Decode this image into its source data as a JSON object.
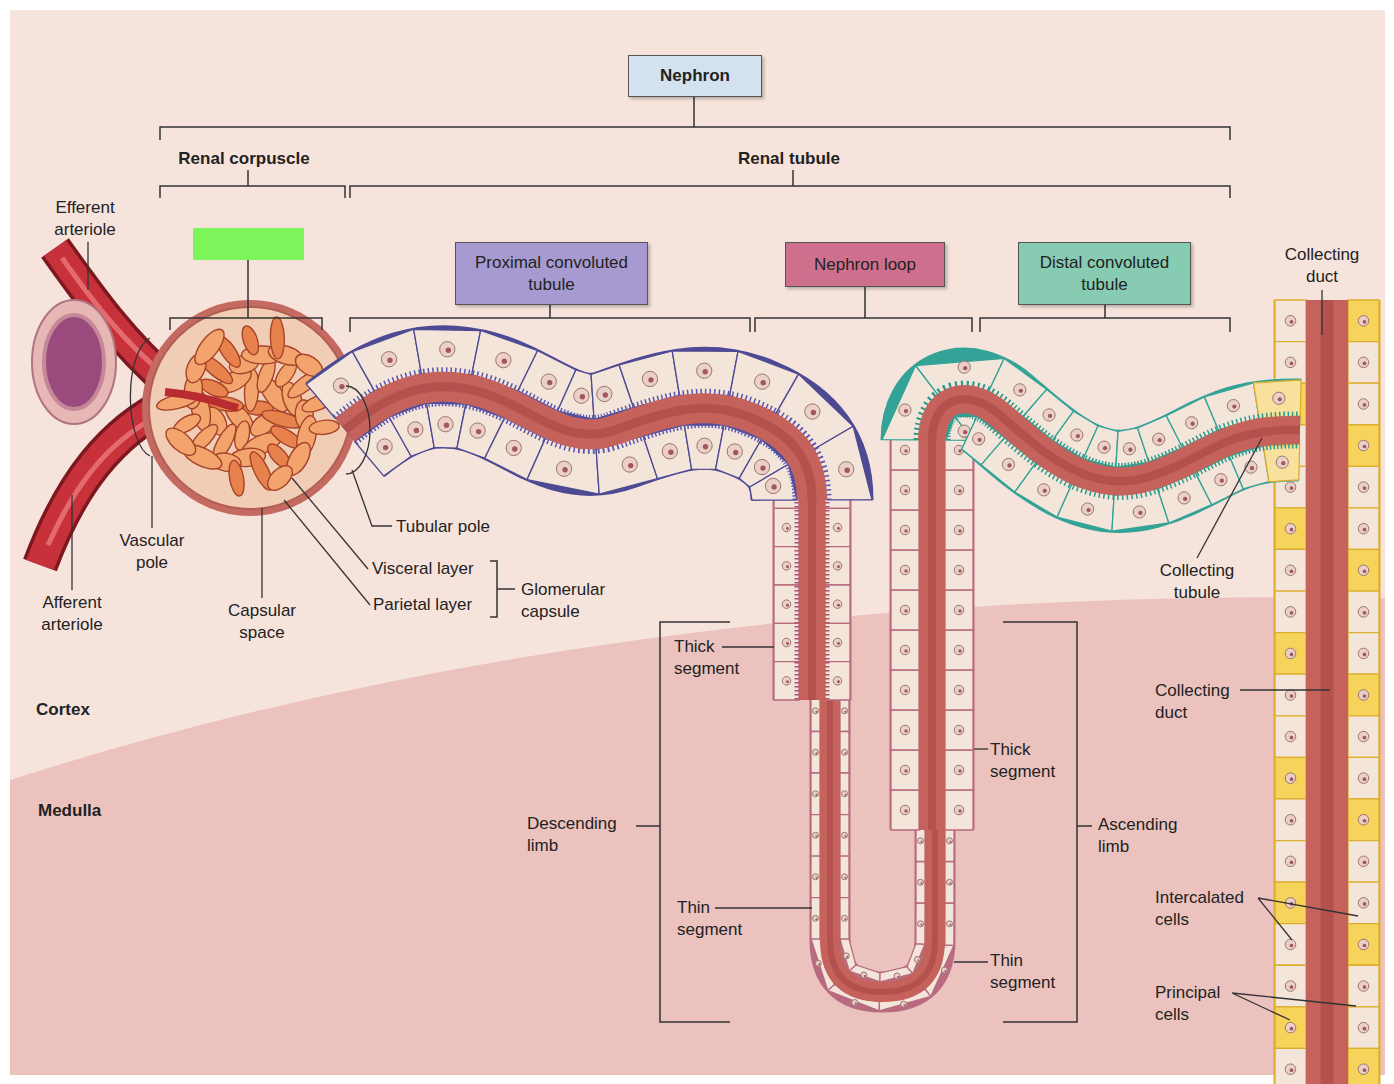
{
  "diagram": {
    "nodes": [
      {
        "text": [
          "Nephron"
        ]
      },
      {
        "text": [
          "Proximal convoluted tubule"
        ]
      },
      {
        "text": [
          "Nephron loop"
        ]
      },
      {
        "text": [
          "Distal convoluted tubule"
        ]
      }
    ],
    "labels": [
      "Renal corpuscle",
      "Renal tubule",
      "Efferent arteriole",
      "Collecting duct",
      "Tubular pole",
      "Vascular pole",
      "Visceral layer",
      "Parietal layer",
      "Glomerular capsule",
      "Afferent arteriole",
      "Capsular space",
      "Collecting tubule",
      "Thick segment",
      "Collecting duct",
      "Cortex",
      "Thick segment",
      "Medulla",
      "Descending limb",
      "Ascending limb",
      "Intercalated cells",
      "Thin segment",
      "Thin segment",
      "Principal cells"
    ]
  }
}
